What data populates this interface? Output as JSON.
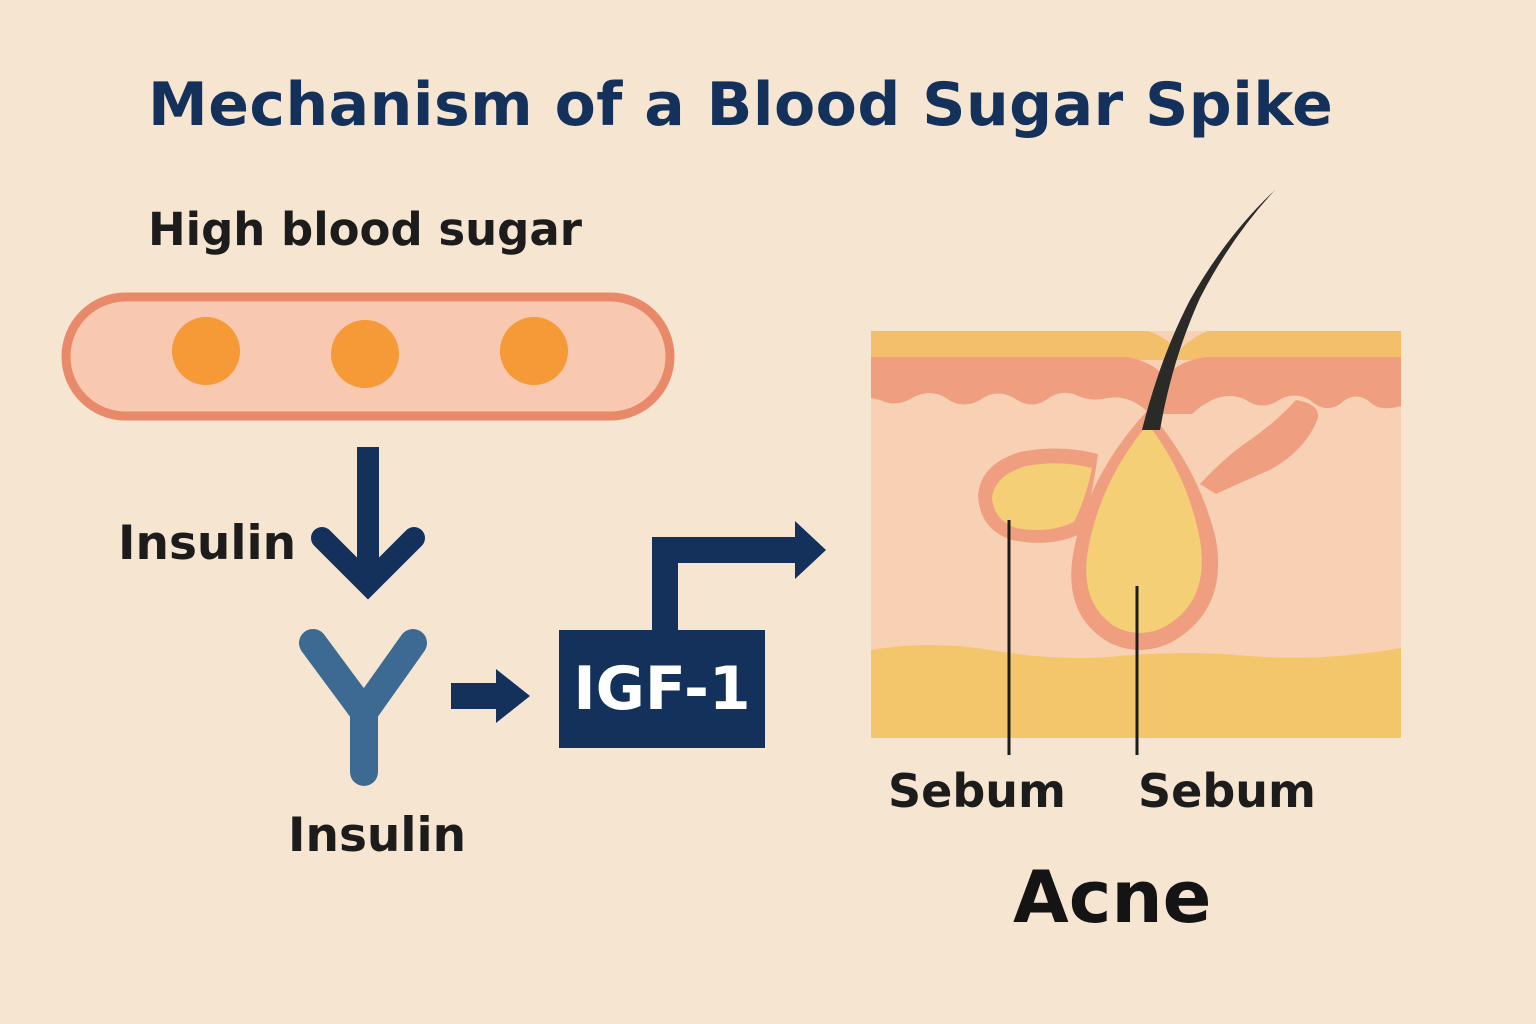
{
  "title": "Mechanism of a Blood Sugar Spike",
  "high_blood_sugar_label": "High blood sugar",
  "insulin_label_top": "Insulin",
  "insulin_label_bottom": "Insulin",
  "igf_label": "IGF-1",
  "sebum_label_left": "Sebum",
  "sebum_label_right": "Sebum",
  "acne_label": "Acne",
  "colors": {
    "background": "#f6e5d1",
    "navy": "#13315a",
    "receptor_blue": "#3d6a92",
    "vessel_fill": "#f8c9b0",
    "vessel_outline": "#e8896a",
    "glucose": "#f59a36",
    "skin_top": "#f4bf6a",
    "skin_band": "#ef9f80",
    "dermis": "#f8d0b4",
    "fat_layer": "#f4c66c",
    "sebaceous_gland": "#f4cf76",
    "hair": "#2a2a28"
  },
  "icons": [
    "blood-vessel-icon",
    "glucose-molecule-icon",
    "insulin-receptor-icon",
    "arrow-down-icon",
    "arrow-right-icon",
    "arrow-elbow-icon",
    "hair-follicle-icon"
  ]
}
